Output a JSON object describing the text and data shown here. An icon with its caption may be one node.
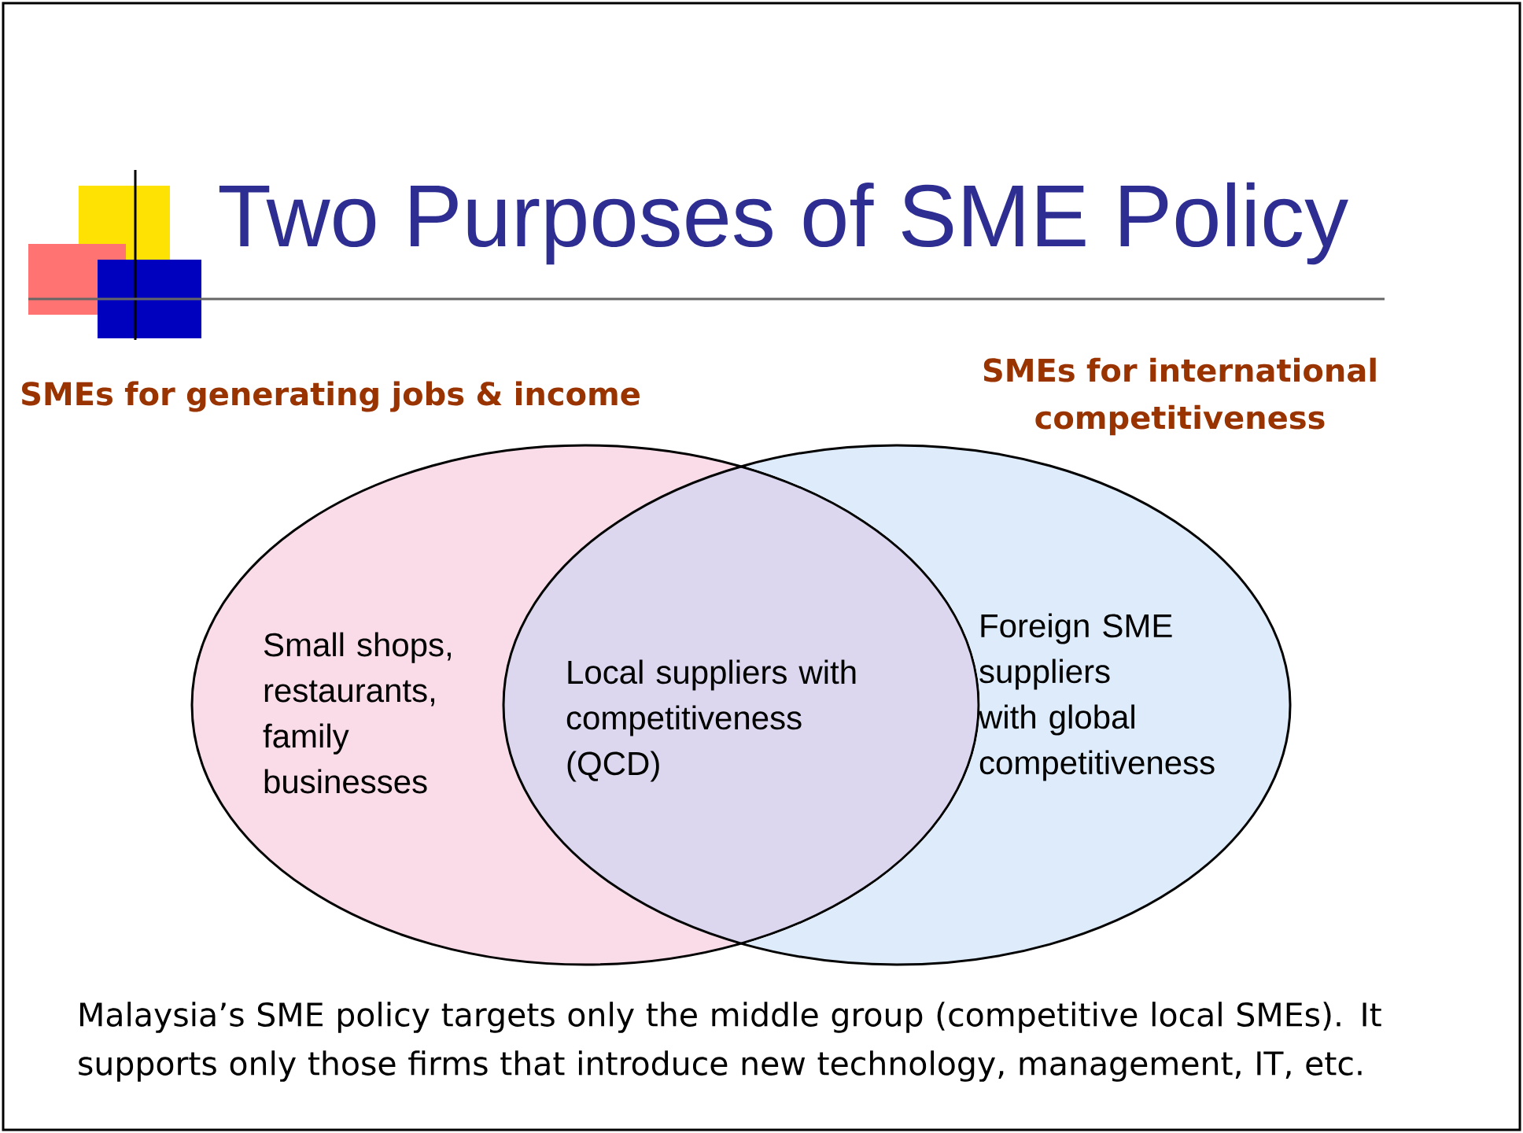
{
  "diagram": {
    "title": "Two Purposes of SME Policy",
    "nodes": [
      {
        "text": [
          "SMEs for generating jobs & income",
          "Small shops, restaurants, family businesses"
        ]
      },
      {
        "text": [
          "SMEs for international competitiveness",
          "Foreign SME suppliers with global competitiveness"
        ]
      }
    ],
    "labels": [
      "Local suppliers with competitiveness (QCD)"
    ],
    "caption": "Malaysia’s SME policy targets only the middle group (competitive local SMEs). It supports only those firms that introduce new technology, management, IT,  etc."
  }
}
